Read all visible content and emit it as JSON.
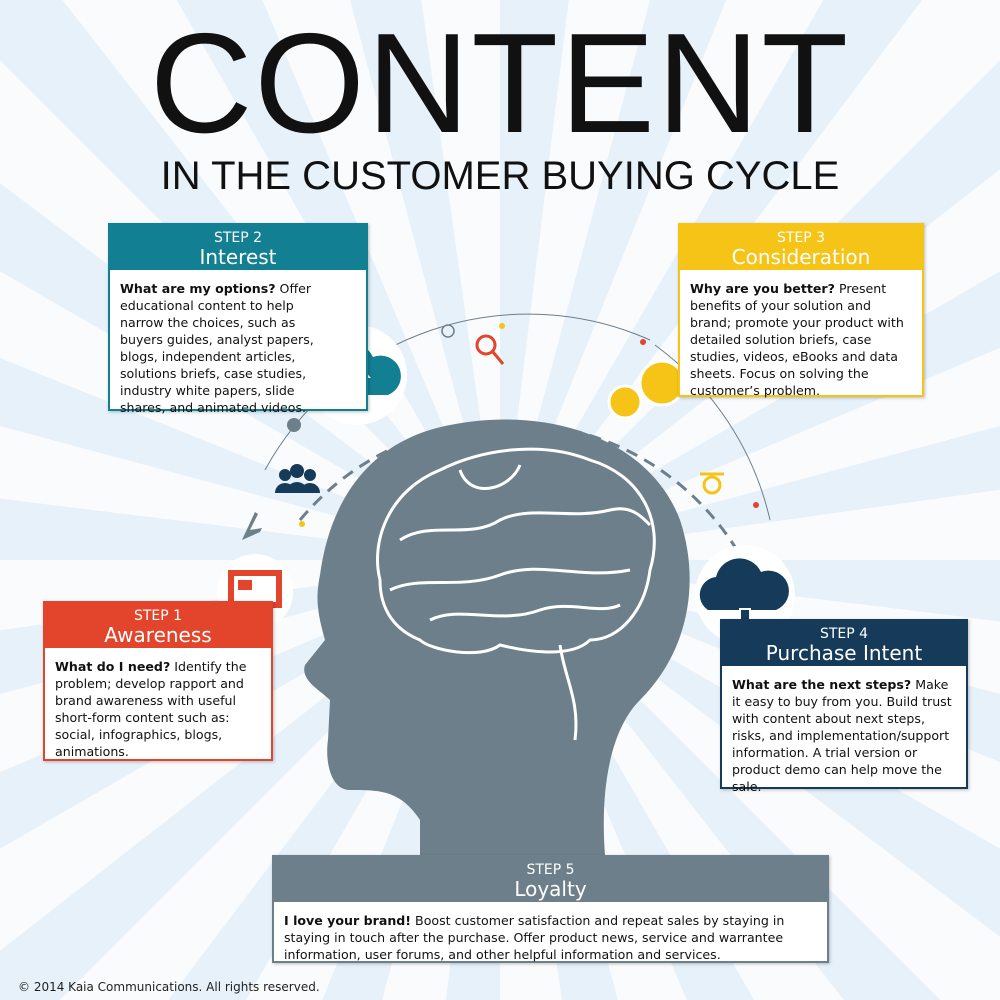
{
  "header": {
    "title": "CONTENT",
    "subtitle": "IN THE CUSTOMER BUYING CYCLE"
  },
  "steps": [
    {
      "step": "STEP 1",
      "name": "Awareness",
      "question": "What do I need?",
      "text": " Identify the problem; develop rapport and brand awareness with useful short-form content such as: social, infographics, blogs, animations.",
      "color": "#e2452b"
    },
    {
      "step": "STEP 2",
      "name": "Interest",
      "question": "What are my options?",
      "text": " Offer educational content to help narrow the choices, such as buyers guides, analyst papers, blogs, independent articles, solutions briefs, case studies, industry white papers, slide shares, and animated videos.",
      "color": "#137f93"
    },
    {
      "step": "STEP 3",
      "name": "Consideration",
      "question": "Why are you better?",
      "text": " Present benefits of your solution and brand; promote your product with detailed solution briefs, case studies, videos, eBooks and data sheets. Focus on solving the customer’s problem.",
      "color": "#f6c417"
    },
    {
      "step": "STEP 4",
      "name": "Purchase Intent",
      "question": "What are the next steps?",
      "text": " Make it easy to buy from you. Build trust with content about next steps, risks, and implementation/support information. A trial version or product demo can help move the sale.",
      "color": "#153a5a"
    },
    {
      "step": "STEP 5",
      "name": "Loyalty",
      "question": "I love your brand!",
      "text": " Boost customer satisfaction and repeat sales by staying in staying in touch after the purchase. Offer product news, service and warrantee information, user forums, and other helpful information and services.",
      "color": "#6d7f8b"
    }
  ],
  "footer": "© 2014 Kaia Communications. All rights reserved."
}
